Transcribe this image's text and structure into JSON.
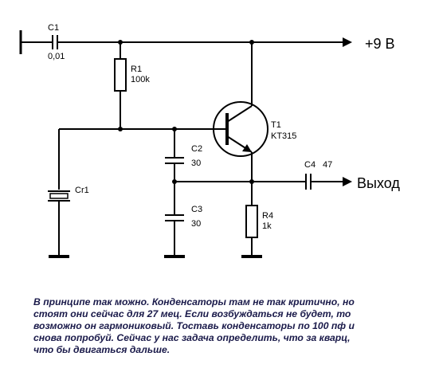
{
  "components": {
    "c1": {
      "ref": "C1",
      "value": "0,01"
    },
    "r1": {
      "ref": "R1",
      "value": "100k"
    },
    "t1": {
      "ref": "T1",
      "value": "KT315"
    },
    "c2": {
      "ref": "C2",
      "value": "30"
    },
    "c3": {
      "ref": "C3",
      "value": "30"
    },
    "c4": {
      "ref": "C4",
      "value": "47"
    },
    "r4": {
      "ref": "R4",
      "value": "1k"
    },
    "crystal": {
      "ref": "Cr1"
    }
  },
  "supply_label": "+9 В",
  "output_label": "Выход",
  "caption_lines": [
    "В принципе так можно. Конденсаторы там не так критично, но",
    "стоят они сейчас для 27 мец. Если возбуждаться не будет, то",
    "возможно он гармониковый. Тоставь конденсаторы по 100 пф и",
    "снова попробуй. Сейчас у нас задача определить, что за кварц,",
    "что бы двигаться дальше."
  ]
}
